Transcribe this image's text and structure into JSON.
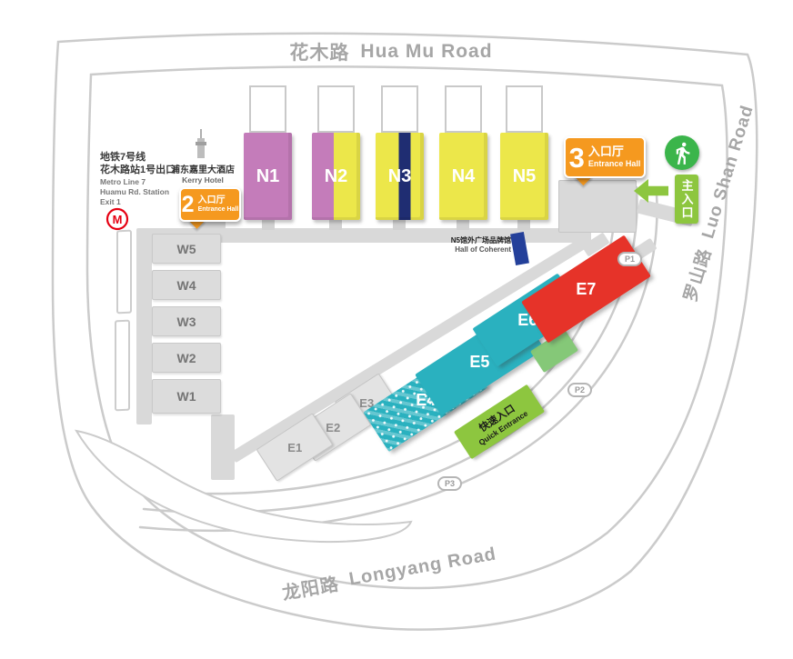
{
  "roads": {
    "top_zh": "花木路",
    "top_en": "Hua Mu Road",
    "right_zh": "罗山路",
    "right_en": "Luo Shan Road",
    "bottom_zh": "龙阳路",
    "bottom_en": "Longyang Road"
  },
  "metro": {
    "zh1": "地铁7号线",
    "zh2": "花木路站1号出口",
    "en1": "Metro Line 7",
    "en2": "Huamu Rd. Station",
    "en3": "Exit 1"
  },
  "hotel": {
    "zh": "浦东嘉里大酒店",
    "en": "Kerry Hotel"
  },
  "entrance2": {
    "num": "2",
    "zh": "入口厅",
    "en": "Entrance Hall"
  },
  "entrance3": {
    "num": "3",
    "zh": "入口厅",
    "en": "Entrance Hall"
  },
  "main_entrance": {
    "zh": "主入口"
  },
  "quick_entrance": {
    "zh": "快速入口",
    "en": "Quick Entrance"
  },
  "coherent": {
    "zh": "N5馆外广场品牌馆",
    "en": "Hall of Coherent"
  },
  "halls": {
    "n": [
      {
        "id": "N1",
        "color": "#c47cba"
      },
      {
        "id": "N2",
        "color": "#c47cba/#ece74a"
      },
      {
        "id": "N3",
        "color": "#ece74a/#1f2d72"
      },
      {
        "id": "N4",
        "color": "#ece74a"
      },
      {
        "id": "N5",
        "color": "#ece74a"
      }
    ],
    "w": [
      {
        "id": "W5",
        "color": "#dcdcdc"
      },
      {
        "id": "W4",
        "color": "#dcdcdc"
      },
      {
        "id": "W3",
        "color": "#dcdcdc"
      },
      {
        "id": "W2",
        "color": "#dcdcdc"
      },
      {
        "id": "W1",
        "color": "#dcdcdc"
      }
    ],
    "e": [
      {
        "id": "E1",
        "color": "#e3e3e3"
      },
      {
        "id": "E2",
        "color": "#e3e3e3"
      },
      {
        "id": "E3",
        "color": "#e3e3e3"
      },
      {
        "id": "E4",
        "color": "#2ab1bf"
      },
      {
        "id": "E5",
        "color": "#2ab1bf"
      },
      {
        "id": "E6",
        "color": "#2ab1bf"
      },
      {
        "id": "E7",
        "color": "#e63329"
      }
    ],
    "e6_annex_color": "#85c878"
  },
  "parking": [
    {
      "id": "P1"
    },
    {
      "id": "P2"
    },
    {
      "id": "P3"
    }
  ],
  "colors": {
    "orange_badge": "#f5991f",
    "entrance_green": "#8dc63f",
    "pedestrian_green": "#3bb54b",
    "metro_red": "#e60012",
    "coherent_navy": "#24409a",
    "road_gray": "#cbcbcb"
  }
}
